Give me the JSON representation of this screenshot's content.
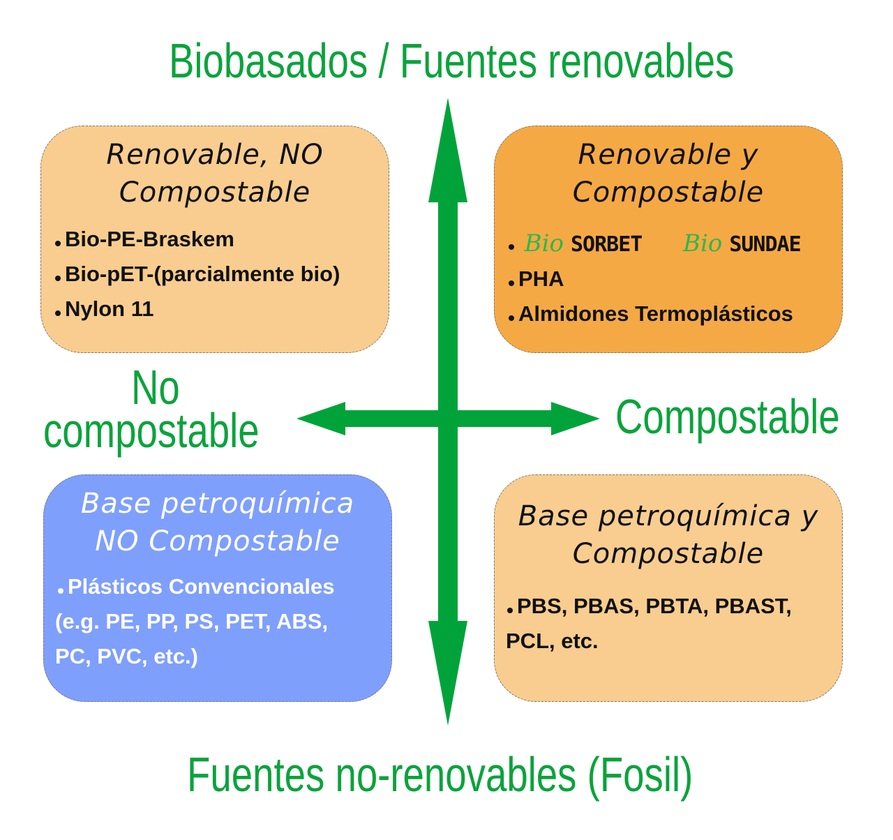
{
  "axes": {
    "top": "Biobasados / Fuentes renovables",
    "bottom": "Fuentes no-renovables (Fosil)",
    "left_line1": "No",
    "left_line2": "compostable",
    "right": "Compostable"
  },
  "quadrants": {
    "top_left": {
      "title_line1": "Renovable, NO",
      "title_line2": "Compostable",
      "items": [
        "Bio-PE-Braskem",
        "Bio-pET-(parcialmente bio)",
        "Nylon 11"
      ],
      "color": "#f8cd8f"
    },
    "top_right": {
      "title_line1": "Renovable y",
      "title_line2": "Compostable",
      "logos": [
        {
          "prefix": "Bio",
          "name": "SORBET"
        },
        {
          "prefix": "Bio",
          "name": "SUNDAE"
        }
      ],
      "items": [
        "PHA",
        "Almidones Termoplásticos"
      ],
      "color": "#f5a944"
    },
    "bottom_left": {
      "title_line1": "Base petroquímica",
      "title_line2": "NO Compostable",
      "lines": [
        "Plásticos Convencionales",
        "(e.g. PE, PP, PS, PET, ABS,",
        "PC, PVC, etc.)"
      ],
      "color": "#7f9ffd"
    },
    "bottom_right": {
      "title_line1": "Base petroquímica y",
      "title_line2": "Compostable",
      "lines": [
        "PBS, PBAS, PBTA, PBAST,",
        "PCL, etc."
      ],
      "color": "#f8cd8f"
    }
  },
  "arrow_color": "#00a33a"
}
